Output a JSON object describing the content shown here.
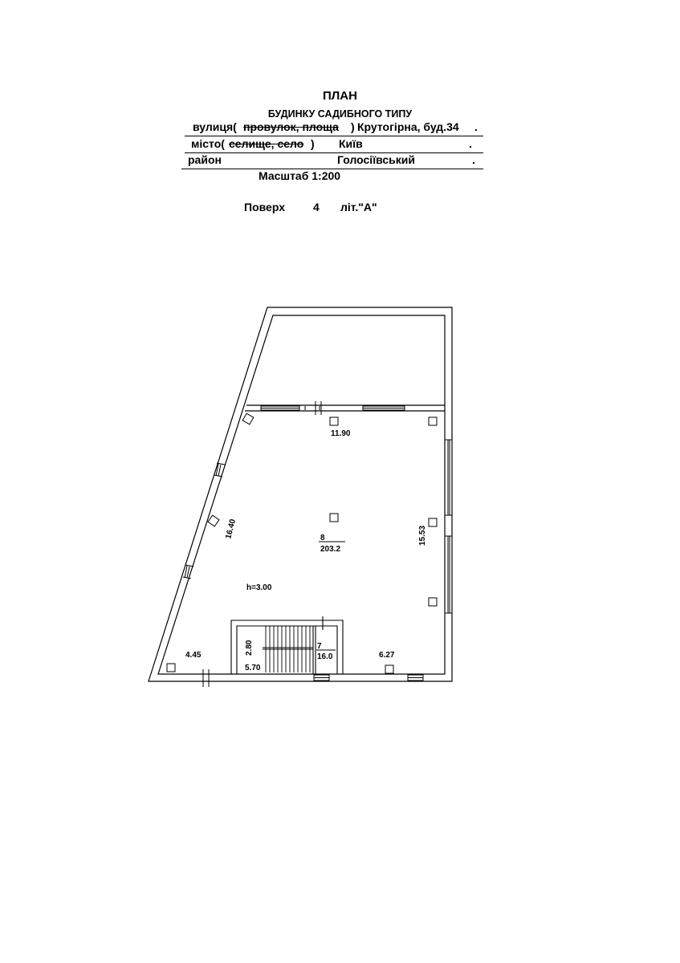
{
  "header": {
    "title": "ПЛАН",
    "subtitle": "БУДИНКУ САДИБНОГО  ТИПУ",
    "street_prefix": "вулиця(",
    "street_struck": "провулок, площа",
    "street_suffix": ")",
    "street_value": "Крутогірна, буд.34",
    "street_end": ".",
    "city_prefix": "місто(",
    "city_struck": "селище, село",
    "city_suffix": ")",
    "city_value": "Київ",
    "city_end": ".",
    "district_label": "район",
    "district_value": "Голосіївський",
    "district_end": ".",
    "scale_label": "Масштаб  1:200",
    "floor_label": "Поверх",
    "floor_value": "4",
    "lit_label": "літ.\"А\""
  },
  "plan": {
    "dim_top": "11.90",
    "dim_left": "16.40",
    "dim_right": "15.53",
    "room_main_number": "8",
    "room_main_area": "203.2",
    "height_label": "h=3.00",
    "room_stair_number": "7",
    "room_stair_area": "16.0",
    "dim_stair_height": "2.80",
    "dim_stair_width": "5.70",
    "dim_bottom_left": "4.45",
    "dim_bottom_right": "6.27"
  }
}
